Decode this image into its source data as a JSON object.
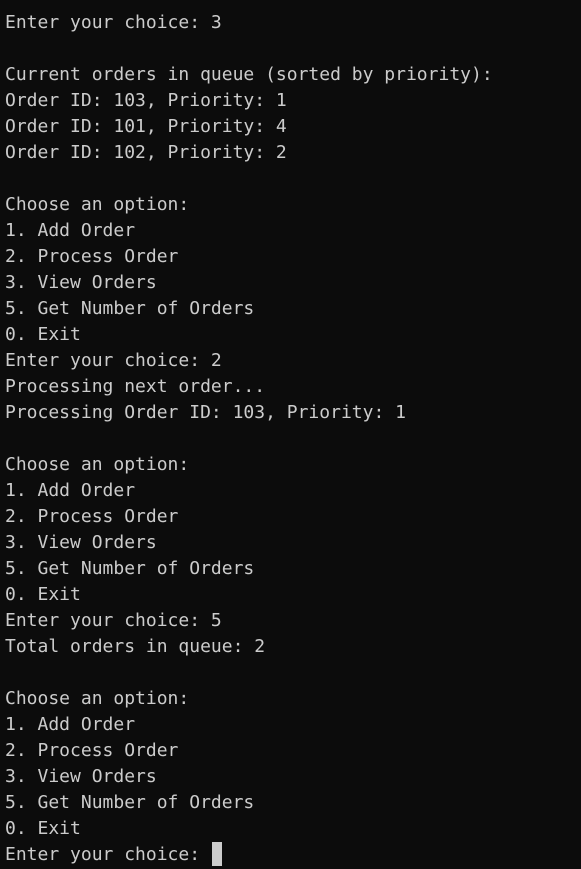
{
  "terminal": {
    "text_color": "#cccccc",
    "background_color": "#0c0c0c",
    "lines": [
      "Enter your choice: 3",
      "",
      "Current orders in queue (sorted by priority):",
      "Order ID: 103, Priority: 1",
      "Order ID: 101, Priority: 4",
      "Order ID: 102, Priority: 2",
      "",
      "Choose an option:",
      "1. Add Order",
      "2. Process Order",
      "3. View Orders",
      "5. Get Number of Orders",
      "0. Exit",
      "Enter your choice: 2",
      "Processing next order...",
      "Processing Order ID: 103, Priority: 1",
      "",
      "Choose an option:",
      "1. Add Order",
      "2. Process Order",
      "3. View Orders",
      "5. Get Number of Orders",
      "0. Exit",
      "Enter your choice: 5",
      "Total orders in queue: 2",
      "",
      "Choose an option:",
      "1. Add Order",
      "2. Process Order",
      "3. View Orders",
      "5. Get Number of Orders",
      "0. Exit"
    ],
    "prompt": "Enter your choice: "
  }
}
